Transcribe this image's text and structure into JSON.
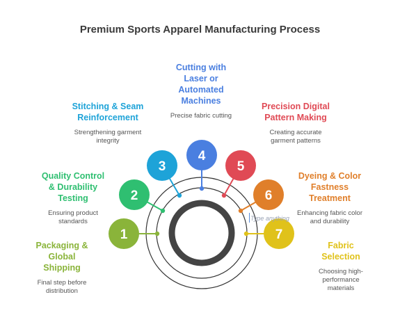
{
  "title": "Premium Sports Apparel Manufacturing Process",
  "steps": [
    {
      "num": "1",
      "title": "Packaging & Global Shipping",
      "desc": "Final step before distribution",
      "color": "#8ab43a"
    },
    {
      "num": "2",
      "title": "Quality Control & Durability Testing",
      "desc": "Ensuring product standards",
      "color": "#2fbf71"
    },
    {
      "num": "3",
      "title": "Stitching & Seam Reinforcement",
      "desc": "Strengthening garment integrity",
      "color": "#1ea3d8"
    },
    {
      "num": "4",
      "title": "Cutting with Laser or Automated Machines",
      "desc": "Precise fabric cutting",
      "color": "#4a7fe0"
    },
    {
      "num": "5",
      "title": "Precision Digital Pattern Making",
      "desc": "Creating accurate garment patterns",
      "color": "#e04a55"
    },
    {
      "num": "6",
      "title": "Dyeing & Color Fastness Treatment",
      "desc": "Enhancing fabric color and durability",
      "color": "#e07f2a"
    },
    {
      "num": "7",
      "title": "Fabric Selection",
      "desc": "Choosing high-performance materials",
      "color": "#e0c21a"
    }
  ],
  "text_input": {
    "placeholder": "Type anything"
  }
}
